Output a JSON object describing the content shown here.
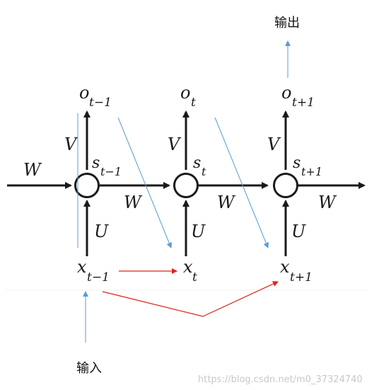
{
  "labels": {
    "output": "输出",
    "input": "输入",
    "watermark": "https://blog.csdn.net/m0_37324740",
    "W": "W",
    "U": "U",
    "V": "V"
  },
  "nodes": [
    {
      "o_base": "o",
      "o_sub": "t−1",
      "s_base": "s",
      "s_sub": "t−1",
      "x_base": "x",
      "x_sub": "t−1"
    },
    {
      "o_base": "o",
      "o_sub": "t",
      "s_base": "s",
      "s_sub": "t",
      "x_base": "x",
      "x_sub": "t"
    },
    {
      "o_base": "o",
      "o_sub": "t+1",
      "s_base": "s",
      "s_sub": "t+1",
      "x_base": "x",
      "x_sub": "t+1"
    }
  ],
  "colors": {
    "main": "#1a1a1a",
    "blue_annotation": "#5b9bd5",
    "red_annotation": "#e02020"
  }
}
